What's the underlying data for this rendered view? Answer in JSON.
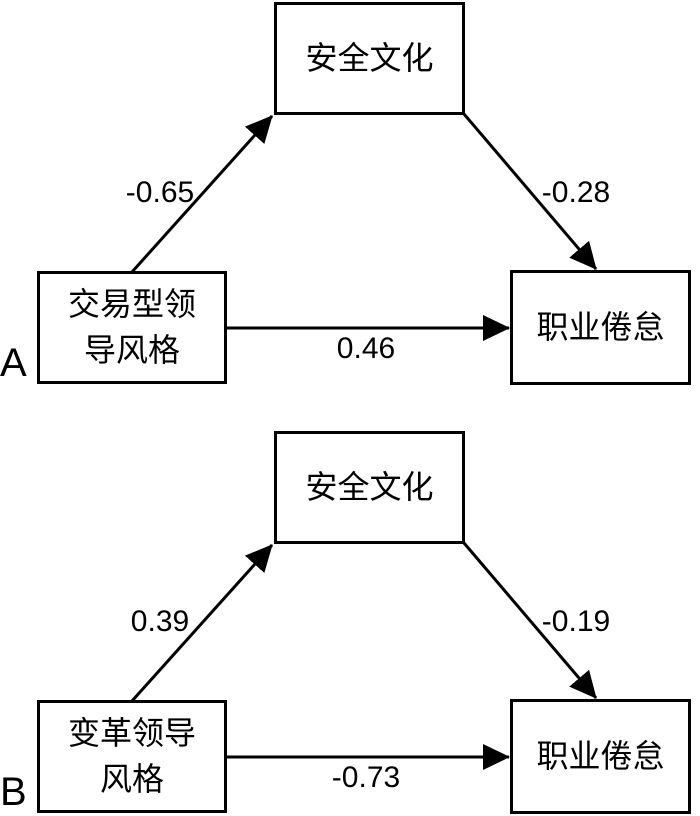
{
  "panels": [
    {
      "letter": "A",
      "mediator": "安全文化",
      "predictor_line1": "交易型领",
      "predictor_line2": "导风格",
      "outcome": "职业倦怠",
      "coef_predictor_to_mediator": "-0.65",
      "coef_mediator_to_outcome": "-0.28",
      "coef_predictor_to_outcome": "0.46"
    },
    {
      "letter": "B",
      "mediator": "安全文化",
      "predictor_line1": "变革领导",
      "predictor_line2": "风格",
      "outcome": "职业倦怠",
      "coef_predictor_to_mediator": "0.39",
      "coef_mediator_to_outcome": "-0.19",
      "coef_predictor_to_outcome": "-0.73"
    }
  ],
  "colors": {
    "ink": "#000000",
    "background": "#ffffff"
  }
}
